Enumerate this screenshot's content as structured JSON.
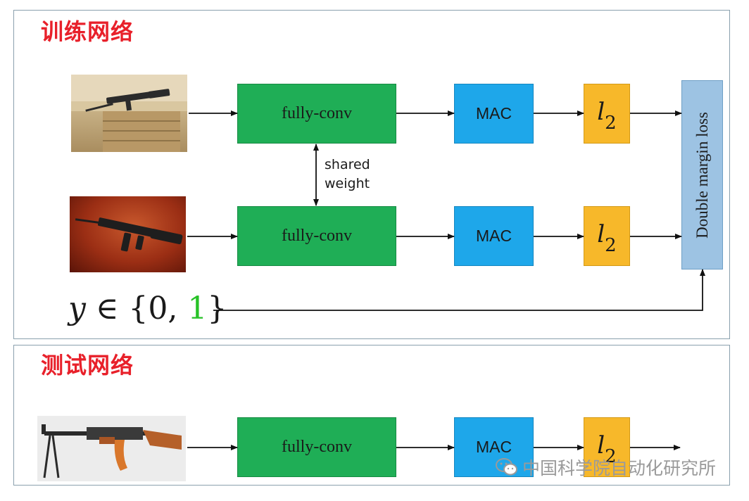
{
  "train": {
    "title": "训练网络",
    "conv_top": "fully-conv",
    "mac_top": "MAC",
    "l2_top": {
      "base": "l",
      "sub": "2"
    },
    "conv_bottom": "fully-conv",
    "mac_bottom": "MAC",
    "l2_bottom": {
      "base": "l",
      "sub": "2"
    },
    "loss": "Double margin loss",
    "shared_line1": "shared",
    "shared_line2": "weight",
    "label": {
      "y": "y",
      "in": " ∈ ",
      "open": "{0, ",
      "one": "1",
      "close": "}"
    }
  },
  "test": {
    "title": "测试网络",
    "conv": "fully-conv",
    "mac": "MAC",
    "l2": {
      "base": "l",
      "sub": "2"
    }
  },
  "watermark": "中国科学院自动化研究所",
  "colors": {
    "title_red": "#e8202a",
    "conv_green": "#1fae56",
    "mac_blue": "#1ea7ea",
    "l2_orange": "#f7b82a",
    "loss_blue": "#9dc3e3",
    "label_one_green": "#27c227"
  }
}
